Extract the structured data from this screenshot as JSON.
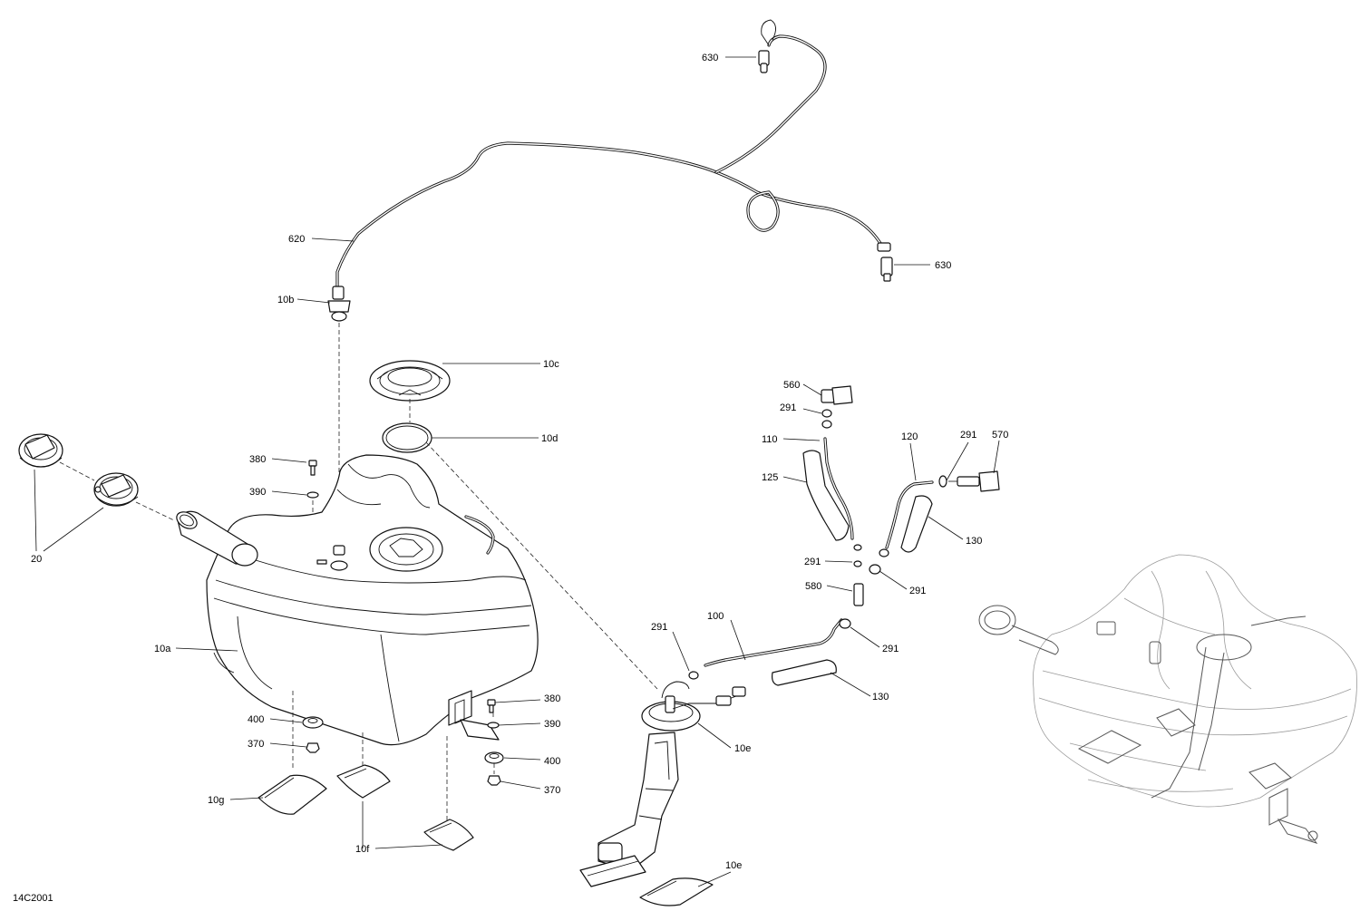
{
  "diagram": {
    "figure_code": "14C2001",
    "callouts": {
      "c630a": "630",
      "c630b": "630",
      "c620": "620",
      "c10b": "10b",
      "c10c": "10c",
      "c10d": "10d",
      "c380a": "380",
      "c390a": "390",
      "c20": "20",
      "c10a": "10a",
      "c400a": "400",
      "c370a": "370",
      "c10g": "10g",
      "c10f": "10f",
      "c380b": "380",
      "c390b": "390",
      "c400b": "400",
      "c370b": "370",
      "c560": "560",
      "c291a": "291",
      "c110": "110",
      "c125": "125",
      "c120": "120",
      "c291b": "291",
      "c570": "570",
      "c130a": "130",
      "c291c": "291",
      "c580": "580",
      "c291d": "291",
      "c291e": "291",
      "c291f": "291",
      "c100": "100",
      "c130b": "130",
      "c10e_a": "10e",
      "c10e_b": "10e"
    }
  }
}
